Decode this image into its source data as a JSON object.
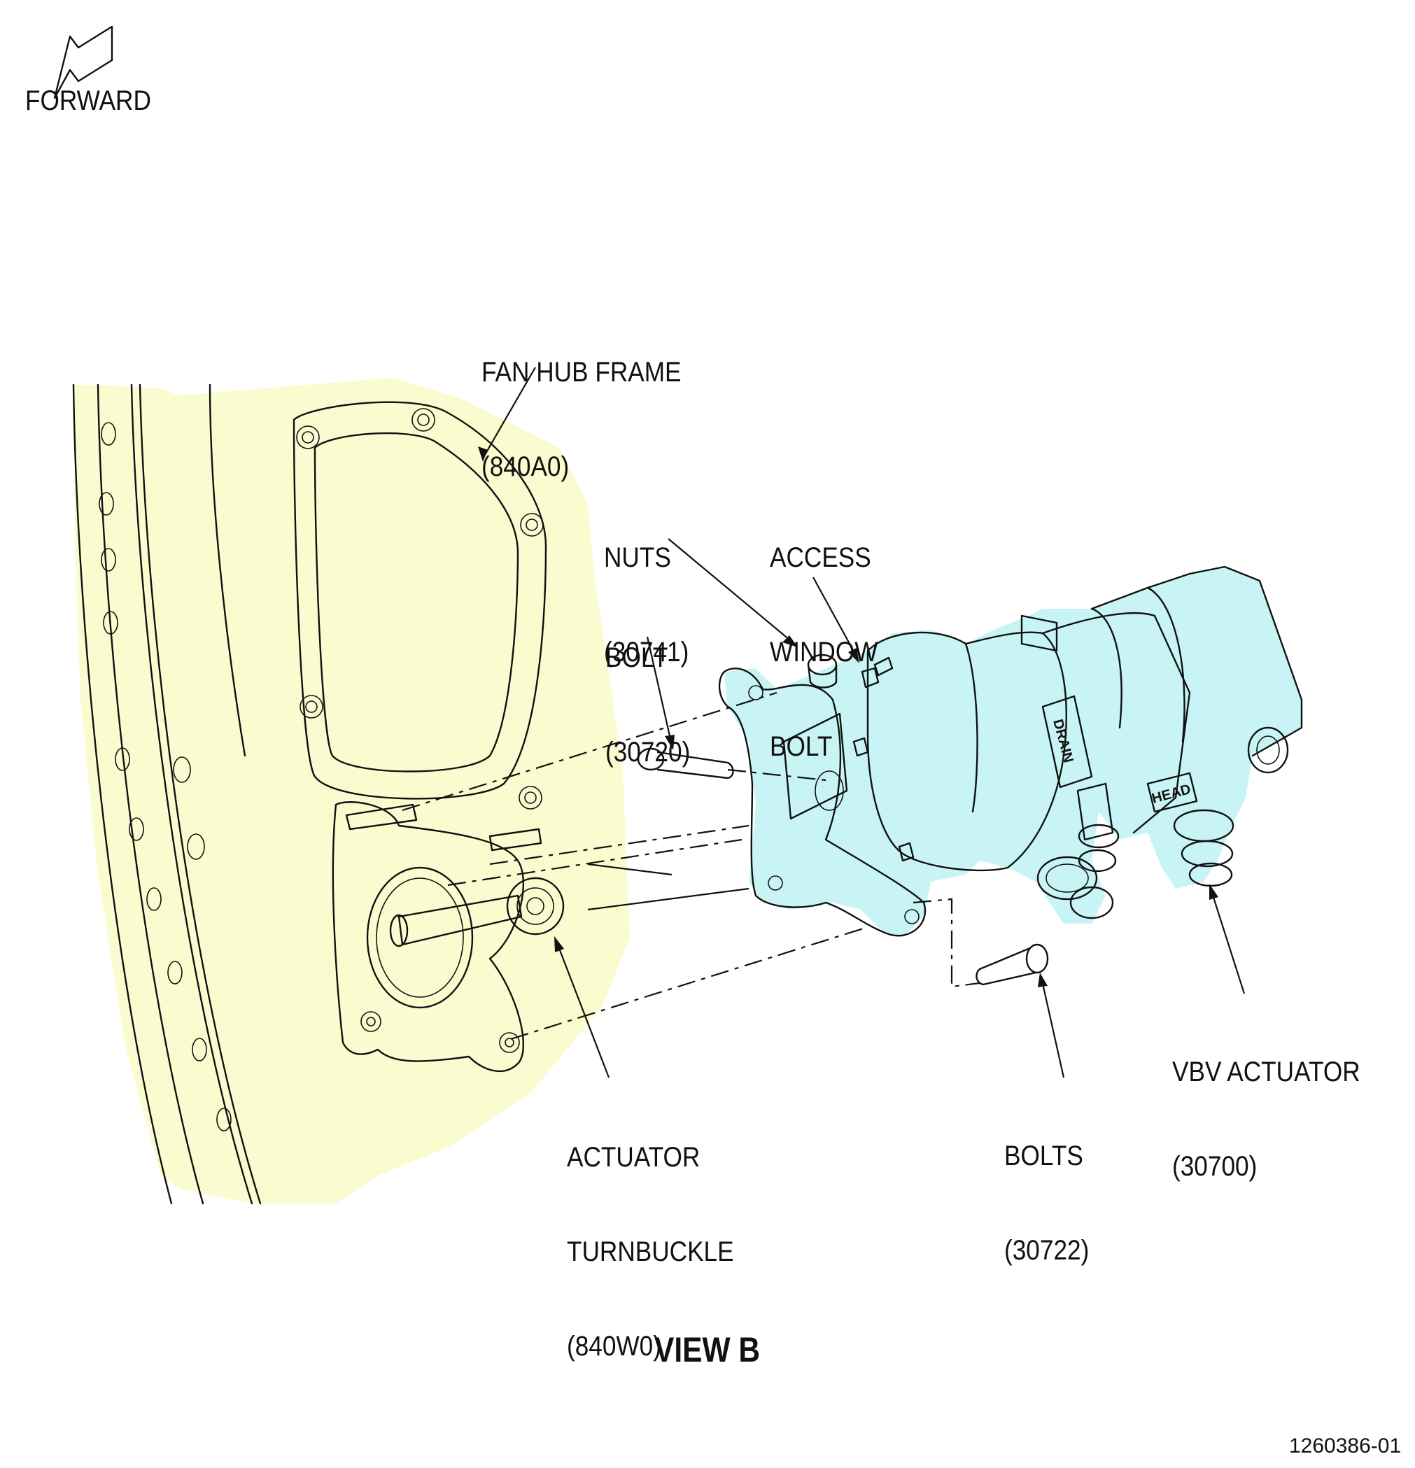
{
  "orientation": {
    "label": "FORWARD"
  },
  "labels": {
    "fan_hub_frame": {
      "name": "FAN HUB FRAME",
      "code": "(840A0)"
    },
    "nuts": {
      "name": "NUTS",
      "code": "(30741)"
    },
    "access_window_bolt": {
      "line1": "ACCESS",
      "line2": "WINDOW",
      "line3": "BOLT"
    },
    "bolt": {
      "name": "BOLT",
      "code": "(30720)"
    },
    "vbv_actuator": {
      "name": "VBV ACTUATOR",
      "code": "(30700)"
    },
    "bolts": {
      "name": "BOLTS",
      "code": "(30722)"
    },
    "actuator_turnbuckle": {
      "line1": "ACTUATOR",
      "line2": "TURNBUCKLE",
      "code": "(840W0)"
    }
  },
  "part_markings": {
    "drain": "DRAIN",
    "head": "HEAD"
  },
  "view_title": "VIEW B",
  "figure_number": "1260386-01",
  "colors": {
    "frame_highlight": "#fbfbd0",
    "actuator_highlight": "#c8f4f6",
    "line": "#111111"
  }
}
